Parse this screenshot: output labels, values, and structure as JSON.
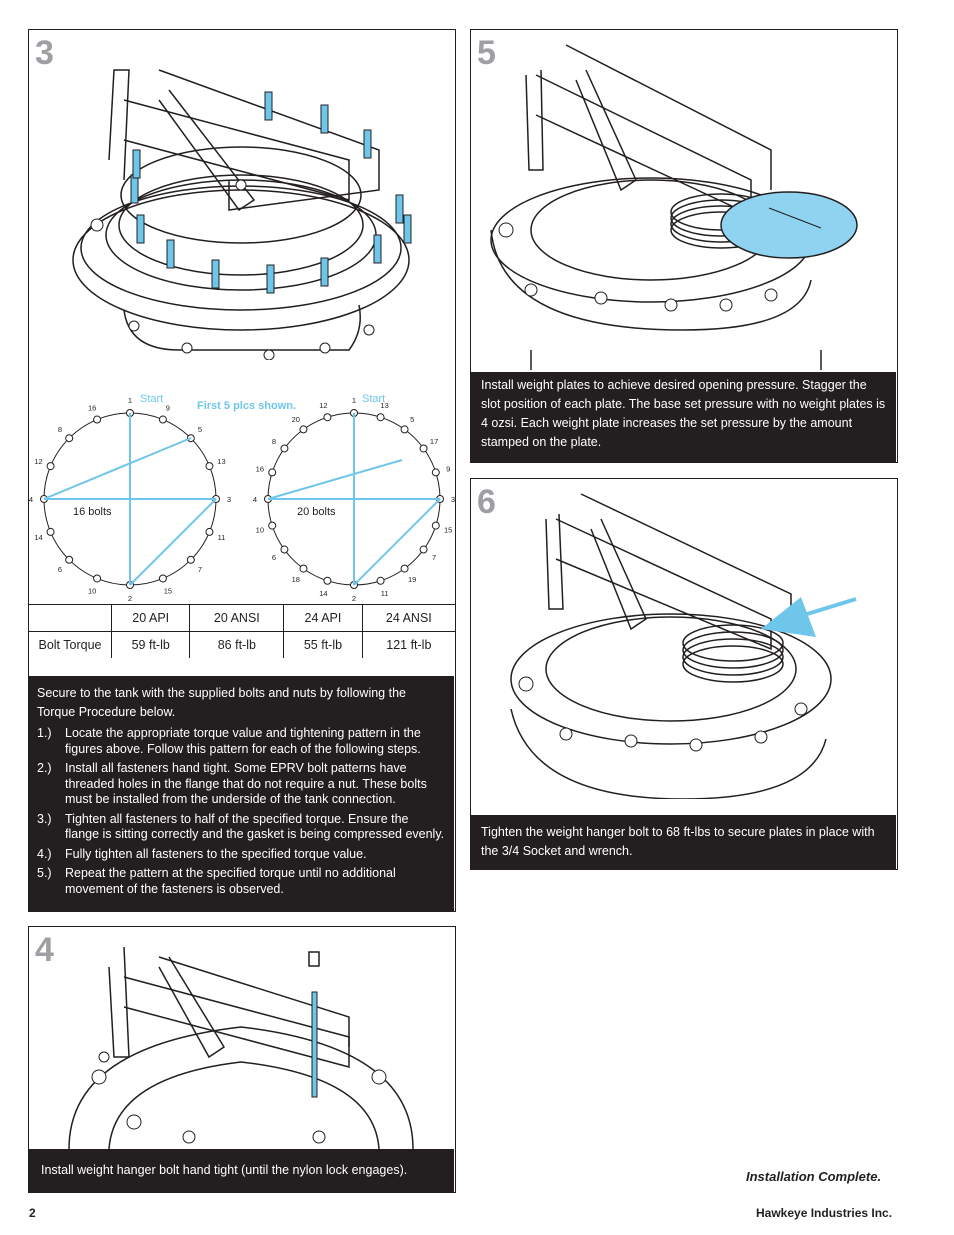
{
  "page": {
    "number": "2",
    "company": "Hawkeye Industries Inc.",
    "completion": "Installation Complete."
  },
  "step3": {
    "number": "3",
    "diagram": {
      "left_label": "16 bolts",
      "right_label": "20 bolts",
      "start_label": "Start",
      "shown_note": "First 5 plcs shown.",
      "bolts16": [
        "1",
        "9",
        "5",
        "13",
        "3",
        "11",
        "7",
        "15",
        "2",
        "10",
        "6",
        "14",
        "4",
        "12",
        "8",
        "16"
      ],
      "bolts20": [
        "1",
        "13",
        "5",
        "17",
        "9",
        "3",
        "15",
        "7",
        "19",
        "11",
        "2",
        "14",
        "18",
        "6",
        "10",
        "4",
        "16",
        "8",
        "20",
        "12"
      ]
    },
    "table": {
      "headers": [
        "",
        "20 API",
        "20 ANSI",
        "24 API",
        "24 ANSI"
      ],
      "row_label": "Bolt Torque",
      "values": [
        "59  ft-lb",
        "86  ft-lb",
        "55  ft-lb",
        "121 ft-lb"
      ]
    },
    "intro": "Secure to the tank with the supplied bolts and nuts by following the Torque Procedure below.",
    "steps": [
      {
        "num": "1.)",
        "text": "Locate the appropriate torque value and tightening pattern in the figures above. Follow this pattern for each of the following steps."
      },
      {
        "num": "2.)",
        "text": "Install all fasteners hand tight. Some EPRV bolt patterns have threaded holes in the flange that do not require a nut. These bolts must be installed from the underside of the tank connection."
      },
      {
        "num": "3.)",
        "text": "Tighten all fasteners to half of the specified torque. Ensure the flange is sitting correctly and the gasket is being compressed evenly."
      },
      {
        "num": "4.)",
        "text": "Fully tighten all fasteners to the specified torque value."
      },
      {
        "num": "5.)",
        "text": "Repeat the pattern at the specified torque until no additional movement of the fasteners is observed."
      }
    ]
  },
  "step4": {
    "number": "4",
    "text": "Install weight hanger bolt hand tight (until the nylon lock engages)."
  },
  "step5": {
    "number": "5",
    "text": "Install weight plates to achieve desired opening pressure. Stagger the slot position of each plate. The base set pressure with no weight plates is 4 ozsi. Each weight plate increases the set pressure by the amount stamped on the plate."
  },
  "step6": {
    "number": "6",
    "text": "Tighten the weight hanger bolt to 68 ft-lbs to secure plates in place with the 3/4 Socket and wrench."
  },
  "colors": {
    "ink": "#231f20",
    "accent": "#6ec7ea",
    "plate_fill": "#8fd3f0",
    "step_number": "#9d9fa2"
  }
}
